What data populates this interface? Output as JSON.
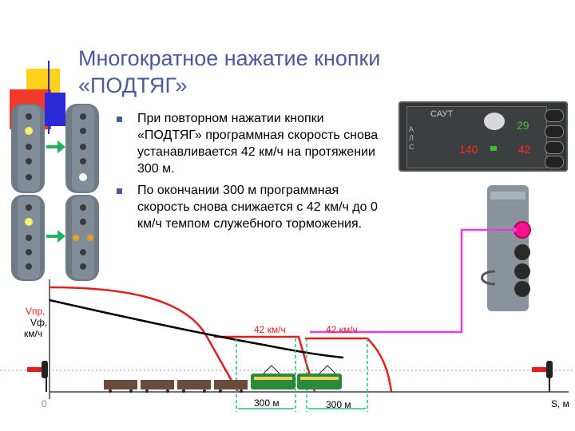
{
  "slide": {
    "title_line1": "Многократное нажатие кнопки",
    "title_line2": "«ПОДТЯГ»",
    "bullets": [
      "При повторном нажатии кнопки «ПОДТЯГ» программная скорость снова устанавливается 42 км/ч на протяжении 300 м.",
      "По окончании 300 м программная скорость снова снижается с 42 км/ч до 0 км/ч темпом служебного торможения."
    ]
  },
  "saut_panel": {
    "label": "САУТ",
    "side_label": "АЛС",
    "speed_green": "29",
    "speed_red_left": "140",
    "speed_red_right": "42",
    "colors": {
      "green": "#3fbf2f",
      "red": "#ff2a1a",
      "body": "#333536"
    }
  },
  "graph": {
    "y_label_1": "Vпр,",
    "y_label_2": "Vф,",
    "y_label_3": "км/ч",
    "origin": "0",
    "x_label": "S, м",
    "speed_label_1": "42 км/ч",
    "speed_label_2": "42 км/ч",
    "dist_label_1": "300 м",
    "dist_label_2": "300 м",
    "colors": {
      "program_speed": "#e02020",
      "actual_speed": "#000000",
      "marker": "#20c080",
      "link": "#e040e0",
      "button_lit": "#ff1090"
    }
  }
}
